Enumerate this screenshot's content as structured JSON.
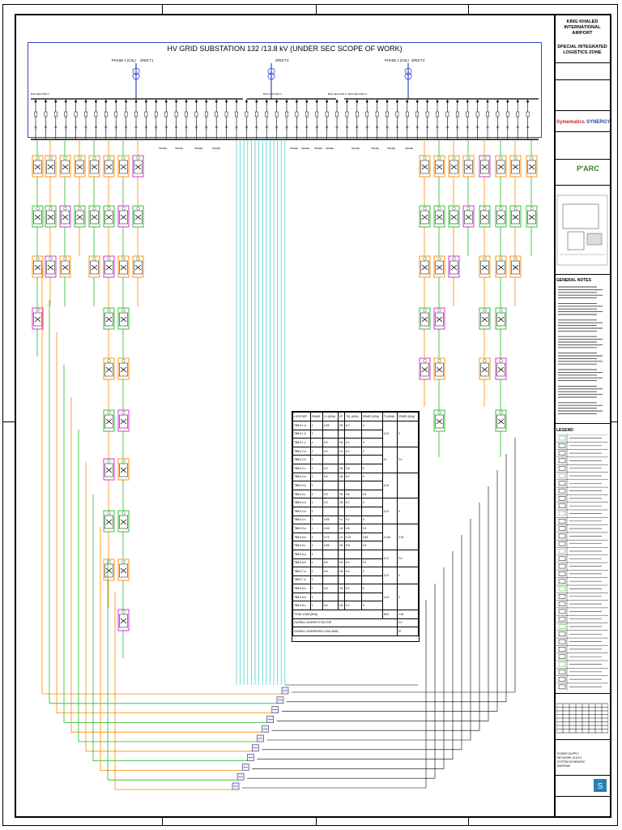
{
  "title_block": {
    "airport": "KING KHALED INTERNATIONAL AIRPORT",
    "zone": "SPECIAL INTEGRATED LOGISTICS ZONE",
    "logo_consultant": "Symematics",
    "logo_contractor": "SYNERGY",
    "logo_parc": "P'ARC",
    "notes_heading": "GENERAL NOTES",
    "legend_heading": "LEGEND",
    "drawing_title": "POWER SUPPLY NETWORK 13.8 KV SYSTEM SCHEMATIC DIAGRAM"
  },
  "diagram": {
    "substation_title": "HV GRID SUBSTATION 132 /13.8 kV (UNDER SEC SCOPE OF WORK)",
    "grid_left": "GRID T1",
    "grid_center": "GRID T3",
    "grid_right": "GRID T2",
    "phase_left": "PHASE 1 (CSL)",
    "phase_right": "PHASE 1 (CSL)",
    "bus_section_1": "BUS SECTION 1",
    "bus_section_2": "BUS SECTION 2",
    "bus_section_3": "BUS SECTION 3",
    "bus_section_4": "BUS SECTION 4",
    "spare_label": "SPARE",
    "colors": {
      "feeder_orange": "#ff8800",
      "feeder_magenta": "#cc22cc",
      "feeder_green": "#22bb22",
      "cable_cyan": "#33cccc",
      "bus_blue": "#3344cc"
    }
  },
  "load_table": {
    "headers": [
      "LOOP REF.",
      "PHASE",
      "CL (MVA)",
      "CF",
      "TDL (MVA)",
      "SPARE (MVA)",
      "TL (MVA)",
      "SPARE (MVA)"
    ],
    "rows": [
      [
        "TBB-6.1-a",
        "1",
        "6.66",
        "0.8",
        "6.2",
        "0",
        "0%",
        ""
      ],
      [
        "TBB-6.1-b",
        "1",
        "",
        "",
        "",
        "",
        "",
        ""
      ],
      [
        "TBB-6.1-c",
        "1",
        "6.9",
        "0.8",
        "6.2",
        "0",
        "0%",
        ""
      ],
      [
        "TBB-6.2-a",
        "1",
        "6.2",
        "1.0",
        "6.2",
        "0",
        "0%",
        ""
      ],
      [
        "TBB-6.2-b",
        "1",
        "",
        "",
        "",
        "",
        "",
        ""
      ],
      [
        "TBB-6.2-c",
        "1",
        "5.3",
        "0.8",
        "5.8",
        "0",
        "0%",
        ""
      ],
      [
        "TBB-6.3-a",
        "1",
        "6.9",
        "0.8",
        "6.2",
        "0",
        "0%",
        ""
      ],
      [
        "TBB-6.3-b",
        "1",
        "",
        "",
        "",
        "",
        "",
        ""
      ],
      [
        "TBB-6.3-c",
        "1",
        "6.9",
        "0.8",
        "5.6",
        "0.6",
        "5%",
        ""
      ],
      [
        "TBB-6.4-a",
        "1",
        "6.9",
        "0.8",
        "6.2",
        "0",
        "0%",
        ""
      ],
      [
        "TBB-6.4-b",
        "1",
        "",
        "",
        "",
        "",
        "",
        ""
      ],
      [
        "TBB-6.4-c",
        "1",
        "6.56",
        "1.0",
        "6.2",
        "0",
        "0%",
        ""
      ],
      [
        "TBB-6.5-a",
        "1",
        "6.56",
        "0.8",
        "5.8",
        "0.3",
        "5%",
        ""
      ],
      [
        "TBB-6.5-b",
        "1",
        "5.75",
        "1.0",
        "5.75",
        "0.45",
        "7%",
        ""
      ],
      [
        "TBB-6.5-c",
        "1",
        "6.56",
        "0.8",
        "5.8",
        "0.3",
        "5%",
        ""
      ],
      [
        "TBB-6.6-a",
        "1",
        "",
        "",
        "",
        "",
        "",
        ""
      ],
      [
        "TBB-6.6-b",
        "1",
        "6.6",
        "0.8",
        "6.0",
        "0.2",
        "3%",
        ""
      ],
      [
        "TBB-6.7-a",
        "1",
        "6.6",
        "0.8",
        "6.2",
        "0",
        "0%",
        ""
      ],
      [
        "TBB-6.7-b",
        "1",
        "",
        "",
        "",
        "",
        "",
        ""
      ],
      [
        "TBB-6.8-a",
        "1",
        "6.6",
        "0.8",
        "6.2",
        "0",
        "0%",
        ""
      ],
      [
        "TBB-6.8-b",
        "1",
        "",
        "",
        "",
        "",
        "",
        ""
      ],
      [
        "TBB-6.8-c",
        "1",
        "6.6",
        "0.8",
        "6.2",
        "0",
        "0%",
        ""
      ]
    ],
    "tl_groups": [
      "12.6",
      "12",
      "11.8",
      "12.6",
      "11.68",
      "11.9",
      "12.6",
      "12.6"
    ],
    "spare_groups": [
      "0",
      "0.4",
      "",
      "0",
      "0.78",
      "0.6",
      "0",
      "0"
    ],
    "total_label": "TOTAL LOAD (MVA)",
    "total_value": "96.5",
    "total_spare": "2.18",
    "diversity_label": "OVERALL DIVERSITY FACTOR",
    "diversity_value": "0.9",
    "diversified_label": "OVERALL DIVERSIFIED LOAD (MVA)",
    "diversified_value": "87"
  }
}
